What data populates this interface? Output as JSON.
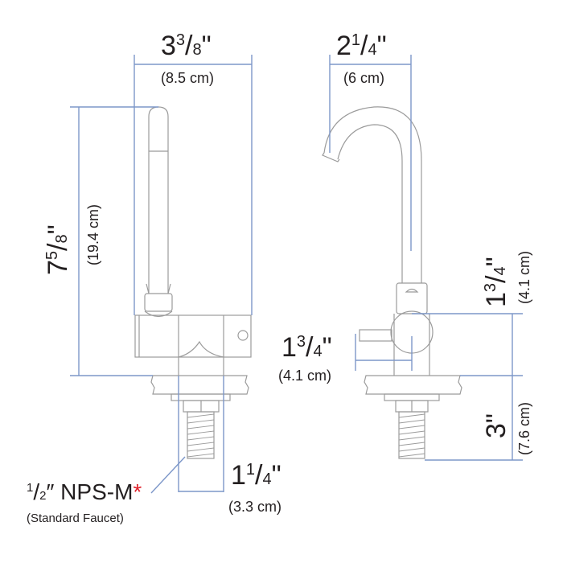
{
  "diagram": {
    "title": "Faucet dimension drawing",
    "colors": {
      "outline": "#9b9b9b",
      "dimension_line": "#7d97c9",
      "text": "#231f20",
      "asterisk": "#e0212b",
      "background": "#ffffff"
    },
    "front_view": {
      "width": {
        "whole": "3",
        "num": "3",
        "den": "8",
        "unit": "\"",
        "metric": "(8.5 cm)"
      },
      "height": {
        "whole": "7",
        "num": "5",
        "den": "8",
        "unit": "\"",
        "metric": "(19.4 cm)"
      },
      "shank_width": {
        "whole": "1",
        "num": "1",
        "den": "4",
        "unit": "\"",
        "metric": "(3.3 cm)"
      },
      "thread_note": {
        "num": "1",
        "den": "2",
        "unit": "″",
        "text": " NPS-M",
        "asterisk": "*",
        "sub": "(Standard Faucet)"
      }
    },
    "side_view": {
      "spout_reach": {
        "whole": "2",
        "num": "1",
        "den": "4",
        "unit": "\"",
        "metric": "(6 cm)"
      },
      "handle_height": {
        "whole": "1",
        "num": "3",
        "den": "4",
        "unit": "\"",
        "metric": "(4.1 cm)"
      },
      "handle_reach": {
        "whole": "1",
        "num": "3",
        "den": "4",
        "unit": "\"",
        "metric": "(4.1 cm)"
      },
      "below_deck": {
        "whole": "3",
        "unit": "\"",
        "metric": "(7.6 cm)"
      }
    }
  }
}
